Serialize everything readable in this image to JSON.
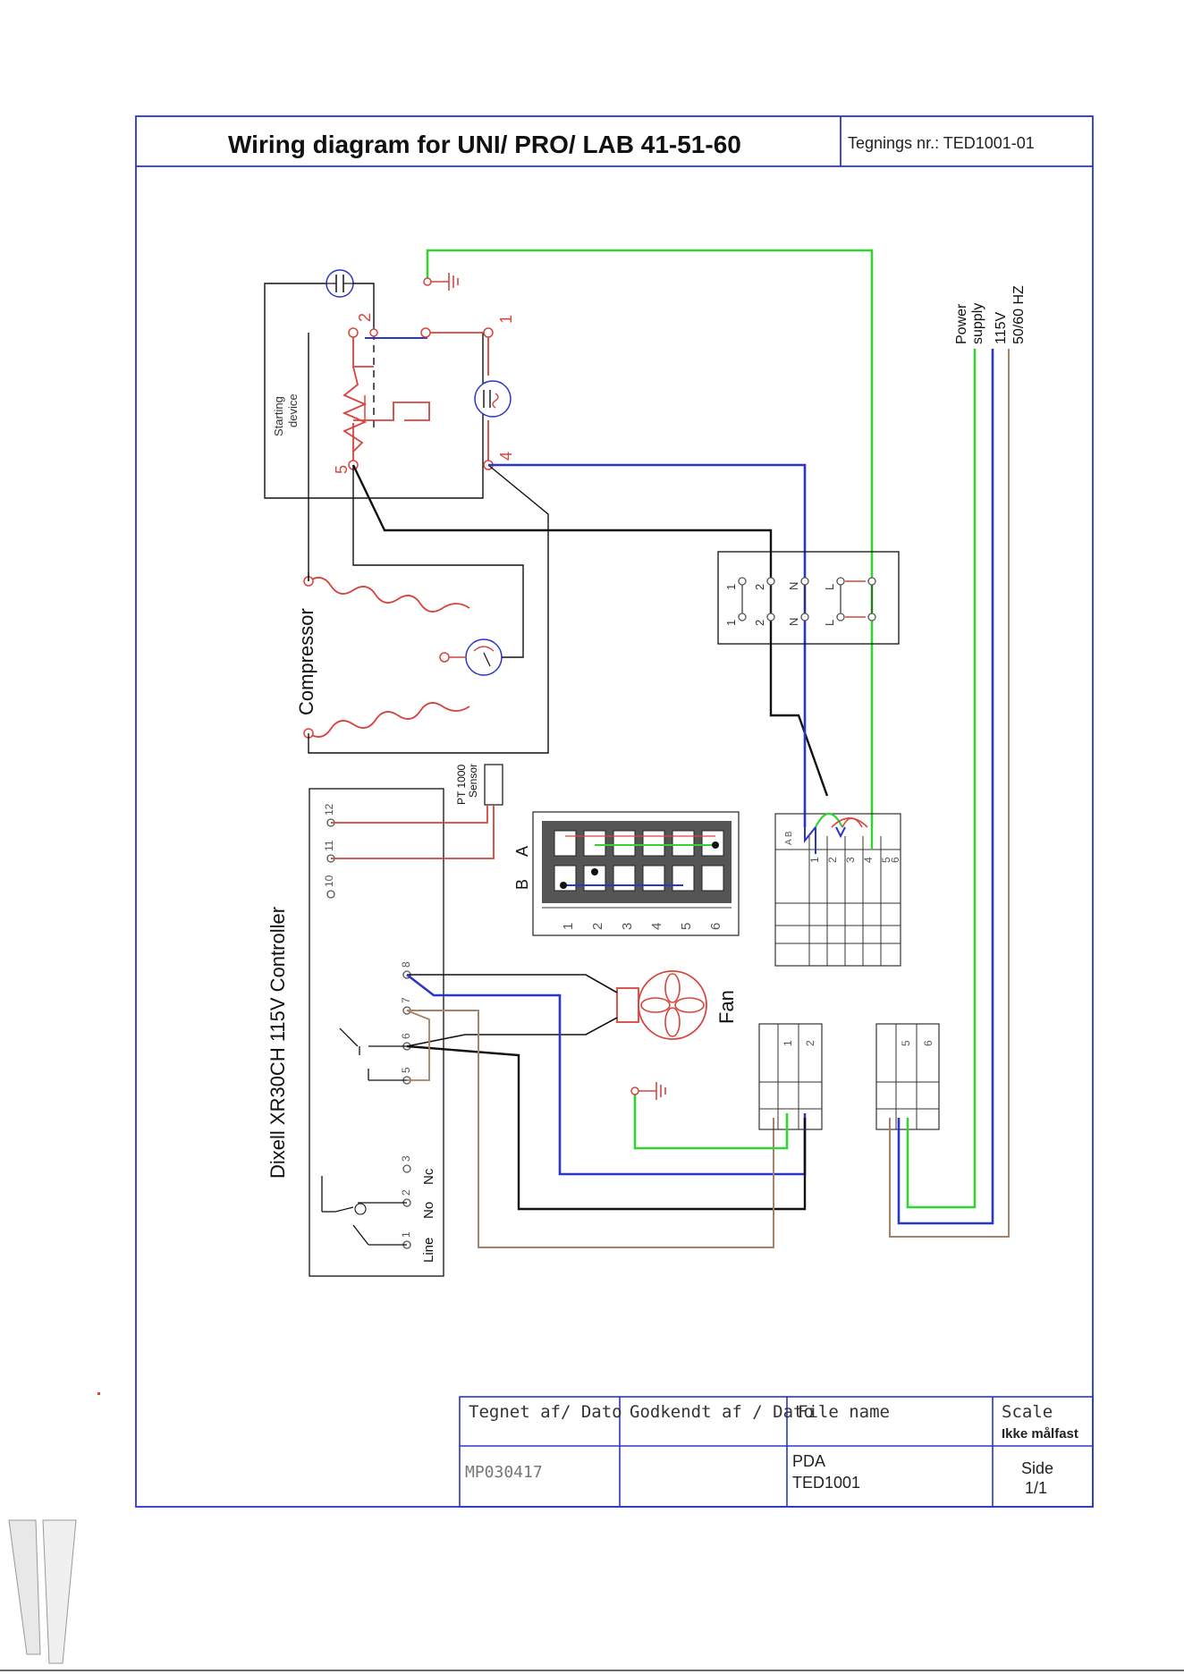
{
  "header": {
    "title": "Wiring diagram for UNI/ PRO/ LAB  41-51-60",
    "drawing_number": "Tegnings nr.: TED1001-01"
  },
  "components": {
    "starting_device": [
      "Starting",
      "device"
    ],
    "compressor": "Compressor",
    "controller": "Dixell XR30CH 115V Controller",
    "sensor": [
      "PT 1000",
      "Sensor"
    ],
    "fan": "Fan",
    "power_supply": [
      "Power",
      "supply",
      "115V",
      "50/60 HZ"
    ]
  },
  "terminals": {
    "relay": [
      "1",
      "2",
      "4",
      "5"
    ],
    "controller": [
      "12",
      "11",
      "10",
      "8",
      "7",
      "6",
      "5",
      "3",
      "2",
      "1"
    ],
    "controller_io": [
      "Nc",
      "No",
      "Line"
    ],
    "connector_rows": [
      "1",
      "2",
      "N",
      "L",
      "1",
      "2",
      "N",
      "L"
    ],
    "panel_labels": [
      "B",
      "A"
    ],
    "panel_numbers": [
      "1",
      "2",
      "3",
      "4",
      "5",
      "6"
    ],
    "block_numbers": [
      "1",
      "2",
      "3",
      "4",
      "5",
      "6"
    ],
    "block_ab": "A B",
    "small_block_left": [
      "1",
      "2"
    ],
    "small_block_right": [
      "5",
      "6"
    ]
  },
  "title_block": {
    "drawn_by_label": "Tegnet af/ Dato",
    "approved_label": "Godkendt af / Dato",
    "file_name_label": "File name",
    "scale_label": "Scale",
    "scale_value": "Ikke målfast",
    "drawn_by_value": "MP030417",
    "approved_value": "",
    "file_name_value_1": "PDA",
    "file_name_value_2": "TED1001",
    "side_label": "Side",
    "side_value": "1/1"
  },
  "colors": {
    "frame": "#2a36c8",
    "red": "#d8443c",
    "blue": "#2a36c8",
    "green": "#35d235",
    "brown": "#a58368",
    "black": "#111111"
  },
  "icons": [
    "ground-icon",
    "capacitor-icon",
    "thermal-protector-icon",
    "fan-icon",
    "switch-icon"
  ]
}
